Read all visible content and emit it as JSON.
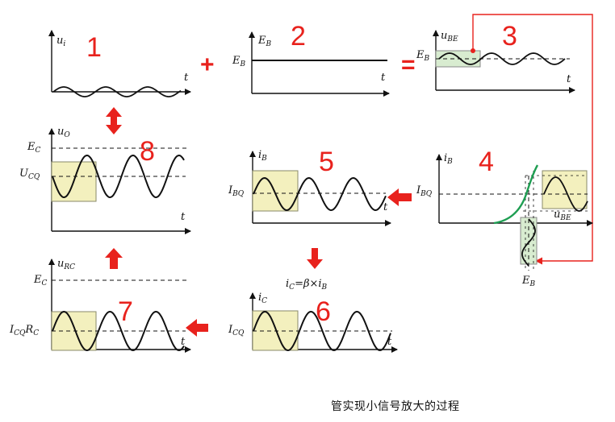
{
  "caption": "管实现小信号放大的过程",
  "panels": [
    {
      "id": 1,
      "number": "1",
      "ylabel": "u",
      "ylabel_sub": "i",
      "xlabel": "t"
    },
    {
      "id": 2,
      "number": "2",
      "ylabel": "E",
      "ylabel_sub": "B",
      "level_label": "E",
      "level_label_sub": "B",
      "xlabel": "t"
    },
    {
      "id": 3,
      "number": "3",
      "ylabel": "u",
      "ylabel_sub": "BE",
      "level_label": "E",
      "level_label_sub": "B",
      "xlabel": "t"
    },
    {
      "id": 4,
      "number": "4",
      "ylabel": "i",
      "ylabel_sub": "B",
      "level_label": "I",
      "level_label_sub": "BQ",
      "xlabel": "u",
      "xlabel_sub": "BE",
      "bottom_label": "E",
      "bottom_label_sub": "B"
    },
    {
      "id": 5,
      "number": "5",
      "ylabel": "i",
      "ylabel_sub": "B",
      "level_label": "I",
      "level_label_sub": "BQ",
      "xlabel": "t"
    },
    {
      "id": 6,
      "number": "6",
      "ylabel": "i",
      "ylabel_sub": "C",
      "level_label": "I",
      "level_label_sub": "CQ",
      "xlabel": "t",
      "formula_a": "i",
      "formula_a_sub": "C",
      "formula_b": "=β×",
      "formula_c": "i",
      "formula_c_sub": "B"
    },
    {
      "id": 7,
      "number": "7",
      "ylabel": "u",
      "ylabel_sub": "RC",
      "top_label": "E",
      "top_label_sub": "C",
      "level_label_a": "I",
      "level_label_a_sub": "CQ",
      "level_label_b": "R",
      "level_label_b_sub": "C",
      "xlabel": "t"
    },
    {
      "id": 8,
      "number": "8",
      "ylabel": "u",
      "ylabel_sub": "O",
      "top_label": "E",
      "top_label_sub": "C",
      "level_label": "U",
      "level_label_sub": "CQ",
      "xlabel": "t"
    }
  ],
  "operators": {
    "plus": "+",
    "equals": "="
  },
  "colors": {
    "accent": "#e8221d",
    "highlight": "#f3f0be",
    "highlight_stroke": "#8a8a6a",
    "curve": "#1e9e52",
    "wave": "#111111"
  }
}
